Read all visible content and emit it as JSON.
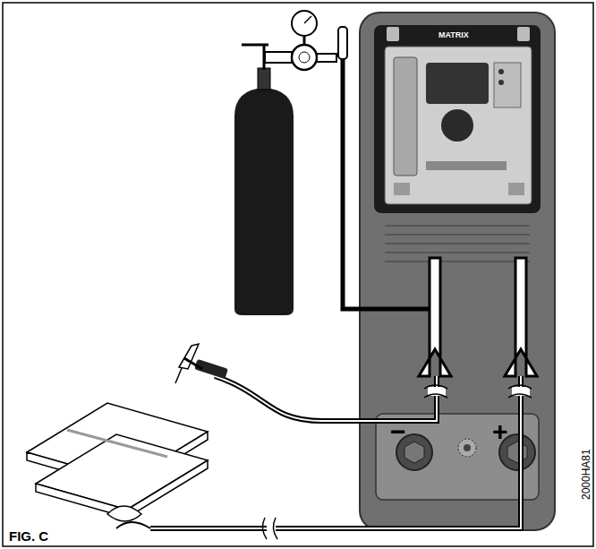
{
  "diagram": {
    "labels": [
      "MATRIX",
      "−",
      "+",
      "FIG. C",
      "2000HA81"
    ]
  }
}
